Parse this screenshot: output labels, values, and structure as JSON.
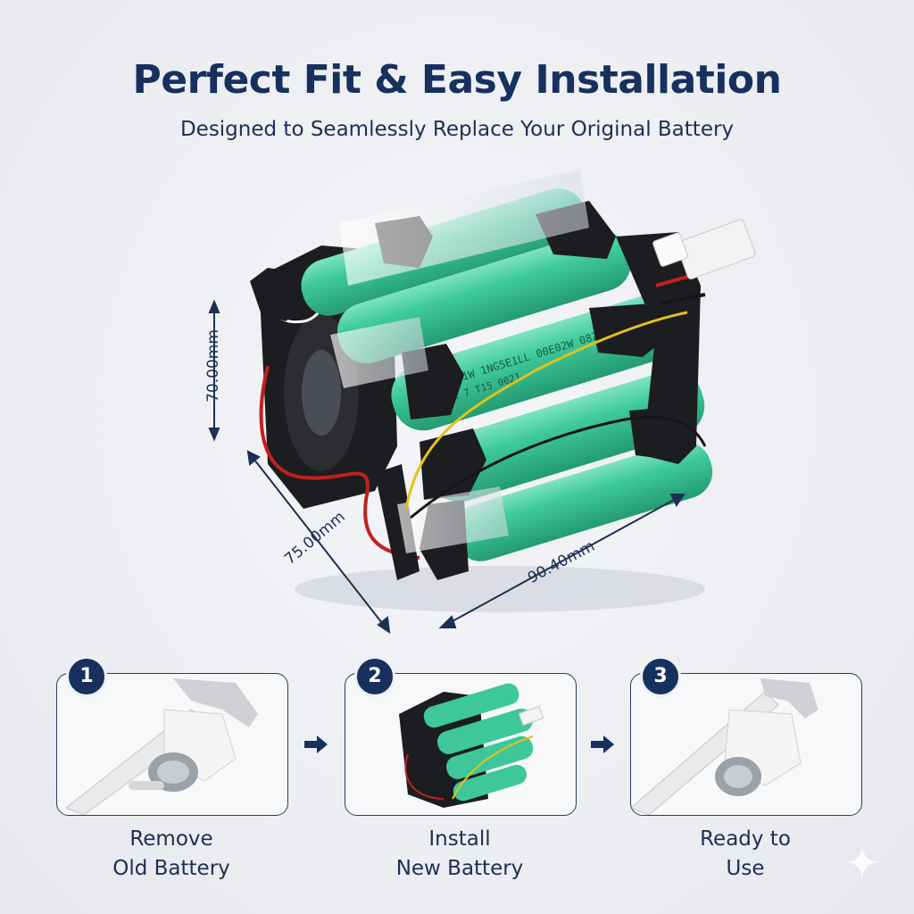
{
  "header": {
    "title": "Perfect Fit & Easy Installation",
    "subtitle": "Designed to Seamlessly Replace Your Original Battery"
  },
  "dimensions": {
    "height": "70.00mm",
    "depth": "75.00mm",
    "width": "90.40mm"
  },
  "cell_print": {
    "line1": "+ 0BE 1W 1NG5E1LL 00E02W 08Z7E15",
    "line2": "< 3 K 7 T15 0021"
  },
  "steps": [
    {
      "number": "1",
      "line1": "Remove",
      "line2": "Old Battery"
    },
    {
      "number": "2",
      "line1": "Install",
      "line2": "New Battery"
    },
    {
      "number": "3",
      "line1": "Ready to",
      "line2": "Use"
    }
  ],
  "colors": {
    "navy": "#17305e",
    "cell_green": "#3ec79a",
    "frame_black": "#1c1d20"
  }
}
